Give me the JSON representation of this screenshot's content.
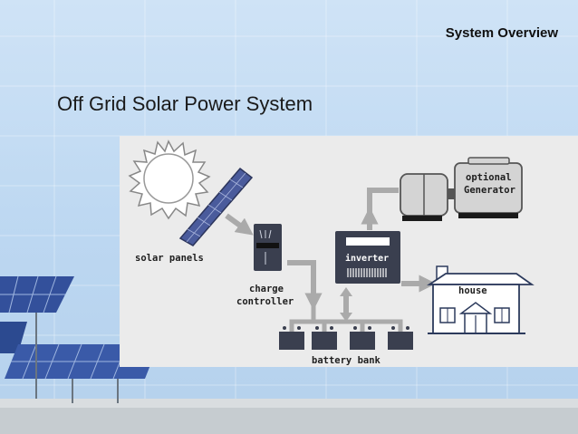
{
  "slide": {
    "header_label": "System Overview",
    "title": "Off Grid Solar Power System"
  },
  "diagram": {
    "labels": {
      "solar_panels": "solar panels",
      "charge_controller_line1": "charge",
      "charge_controller_line2": "controller",
      "inverter": "inverter",
      "optional_line1": "optional",
      "optional_line2": "Generator",
      "house": "house",
      "battery_bank": "battery bank"
    },
    "colors": {
      "panel_bg": "#ebebeb",
      "pipe": "#aaaaaa",
      "device_dark": "#3a3f4f",
      "solar_panel_blue": "#4a5b9c",
      "generator_gray": "#d4d4d4"
    },
    "icons": [
      "sun-icon",
      "solar-panel-icon",
      "charge-controller-icon",
      "inverter-icon",
      "generator-icon",
      "house-icon",
      "battery-icon"
    ]
  }
}
